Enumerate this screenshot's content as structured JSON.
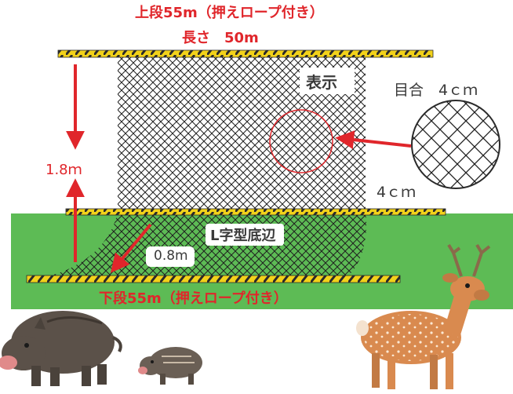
{
  "labels": {
    "top_rope": "上段55m（押えロープ付き）",
    "length": "長さ　50m",
    "sign": "表示",
    "mesh": "目合　4ｃｍ",
    "height": "1.8ｍ",
    "mesh_size": "4ｃｍ",
    "l_bottom": "L字型底辺",
    "bottom_width": "0.8m",
    "bottom_rope": "下段55m（押えロープ付き）"
  },
  "colors": {
    "ground": "#5dbb55",
    "rope_yellow": "#f2d21a",
    "rope_stripe": "#2a2a2a",
    "net": "#1f1f1f",
    "accent_red": "#e0262b"
  },
  "icons": [
    "boar-icon",
    "piglet-icon",
    "deer-icon",
    "magnifier-circle-icon"
  ]
}
